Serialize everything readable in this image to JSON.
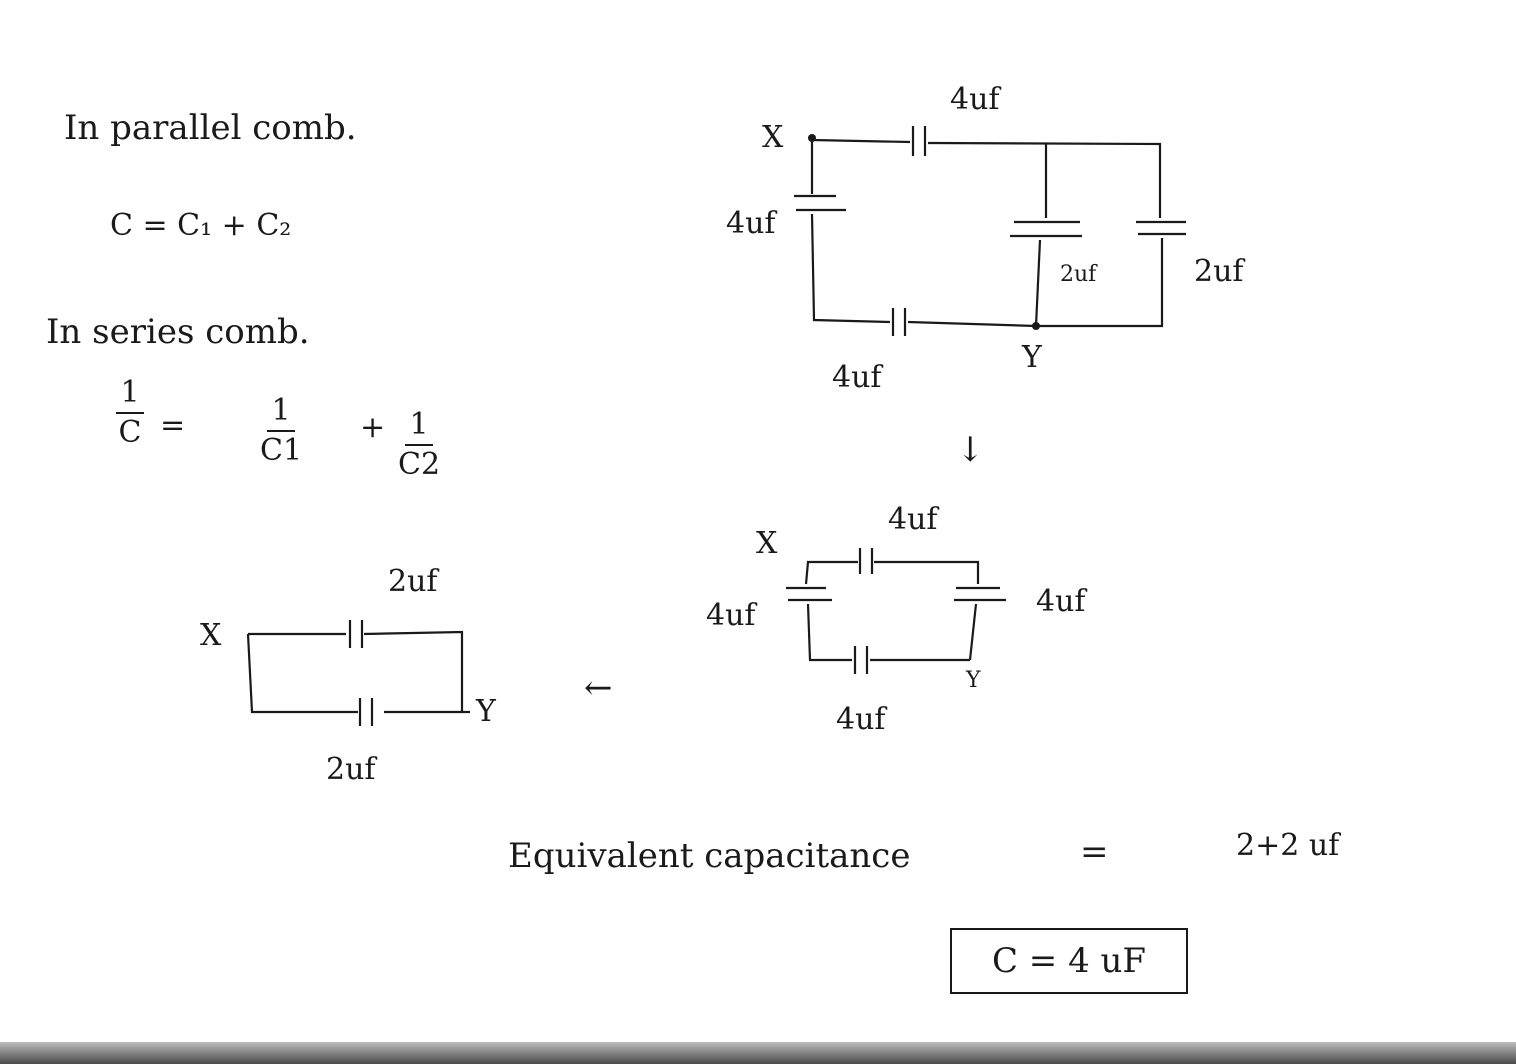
{
  "notes": {
    "parallel_heading": "In parallel comb.",
    "parallel_formula": "C = C₁ + C₂",
    "series_heading": "In series comb.",
    "series_formula_lhs_num": "1",
    "series_formula_lhs_den": "C",
    "series_formula_c1_num": "1",
    "series_formula_c1_den": "C1",
    "series_formula_plus": "+",
    "series_formula_c2_num": "1",
    "series_formula_c2_den": "C2"
  },
  "circuit1": {
    "node_x": "X",
    "node_y": "Y",
    "cap_top": "4uf",
    "cap_left": "4uf",
    "cap_mid": "2uf",
    "cap_right": "2uf",
    "cap_bottom": "4uf"
  },
  "circuit2": {
    "node_x": "X",
    "node_y": "Y",
    "cap_top": "4uf",
    "cap_left": "4uf",
    "cap_right": "4uf",
    "cap_bottom": "4uf"
  },
  "circuit3": {
    "node_x": "X",
    "node_y": "Y",
    "cap_top": "2uf",
    "cap_bottom": "2uf"
  },
  "arrows": {
    "down": "↓",
    "left": "←"
  },
  "conclusion": {
    "label": "Equivalent capacitance",
    "equals": "=",
    "expression": "2+2 uf",
    "result": "C = 4 uF"
  }
}
